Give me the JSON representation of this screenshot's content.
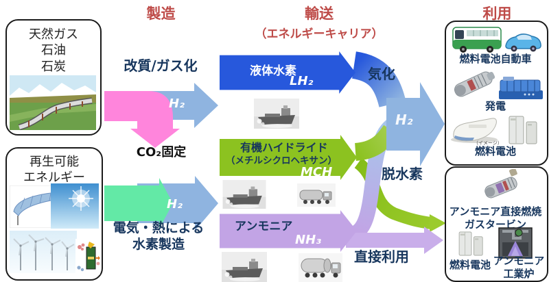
{
  "headers": {
    "manufacture": "製造",
    "transport": "輸送",
    "transport_sub": "（エネルギーキャリア）",
    "use": "利用"
  },
  "sources": {
    "fossil": {
      "title": "天然ガス\n石油\n石炭"
    },
    "renewable": {
      "title": "再生可能\nエネルギー"
    }
  },
  "production": {
    "reforming": "改質/ガス化",
    "h2_label_top": "H₂",
    "co2_fixation": "CO₂固定",
    "h2_label_bottom": "H₂",
    "electrolysis": "電気・熱による\n水素製造"
  },
  "carriers": {
    "lh2": {
      "name": "液体水素",
      "formula": "LH₂"
    },
    "mch": {
      "name": "有機ハイドライド",
      "subtitle": "（メチルシクロヘキサン）",
      "formula": "MCH"
    },
    "nh3": {
      "name": "アンモニア",
      "formula": "NH₃"
    }
  },
  "conversion": {
    "vaporization": "気化",
    "h2_label": "H₂",
    "dehydrogenation": "脱水素",
    "direct_use": "直接利用"
  },
  "uses": {
    "hydrogen_box": {
      "fcv_label": "燃料電池自動車",
      "power_label": "発電",
      "fuel_cell_label": "燃料電池",
      "image_note": "（イメージ）"
    },
    "ammonia_box": {
      "gas_turbine_label": "アンモニア直接燃焼\nガスタービン",
      "fuel_cell_label": "燃料電池",
      "furnace_label": "アンモニア\n工業炉"
    }
  },
  "colors": {
    "header_red": "#BE4B48",
    "navy_text": "#17365D",
    "lh2_blue": "#2758DC",
    "mch_green": "#8CC220",
    "nh3_purple": "#C2A4E5",
    "h2_arrow_blue": "#8FB4E0",
    "mint_green": "#63E9A6",
    "pink": "#FF85DC",
    "direct_use_purple": "#C9AEEA"
  }
}
